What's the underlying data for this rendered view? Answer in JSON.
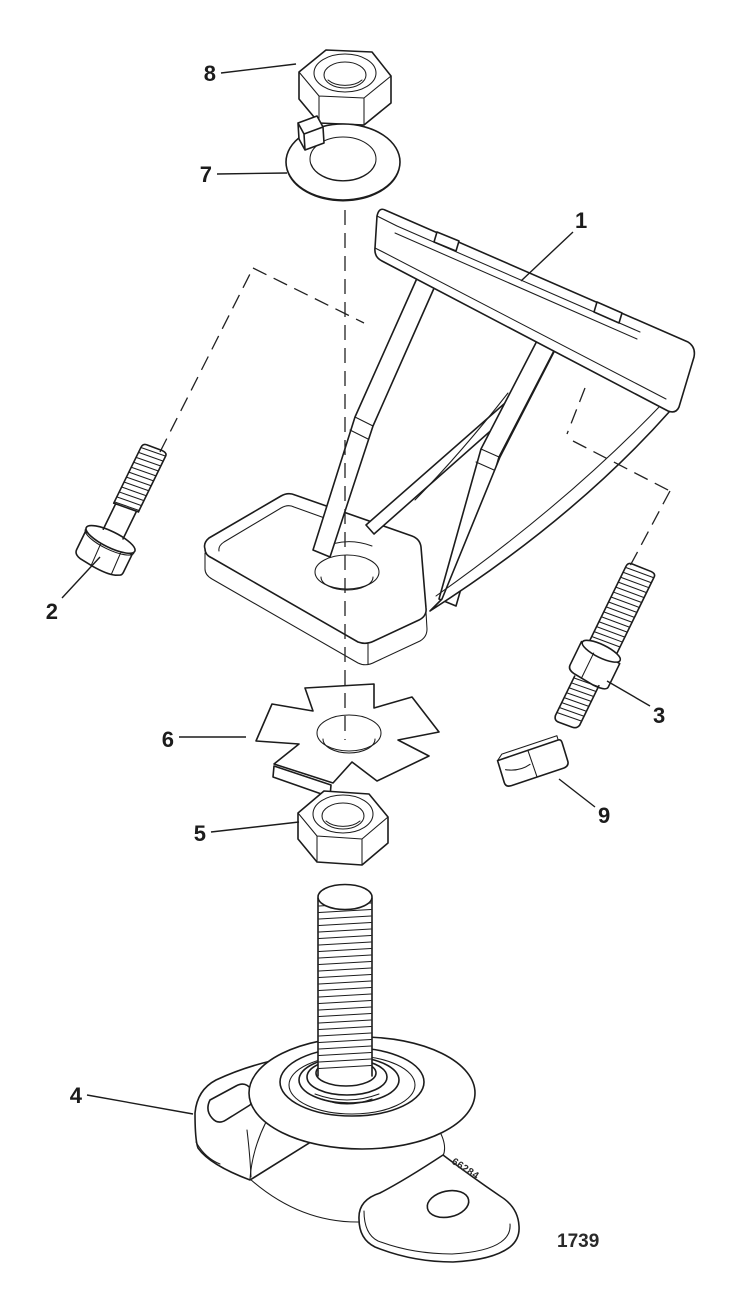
{
  "diagram": {
    "figure_number": "1739",
    "cast_marking": "66284",
    "background_color": "#ffffff",
    "line_color": "#1c1c1c",
    "callouts": [
      {
        "label": "1"
      },
      {
        "label": "2"
      },
      {
        "label": "3"
      },
      {
        "label": "4"
      },
      {
        "label": "5"
      },
      {
        "label": "6"
      },
      {
        "label": "7"
      },
      {
        "label": "8"
      },
      {
        "label": "9"
      }
    ]
  }
}
